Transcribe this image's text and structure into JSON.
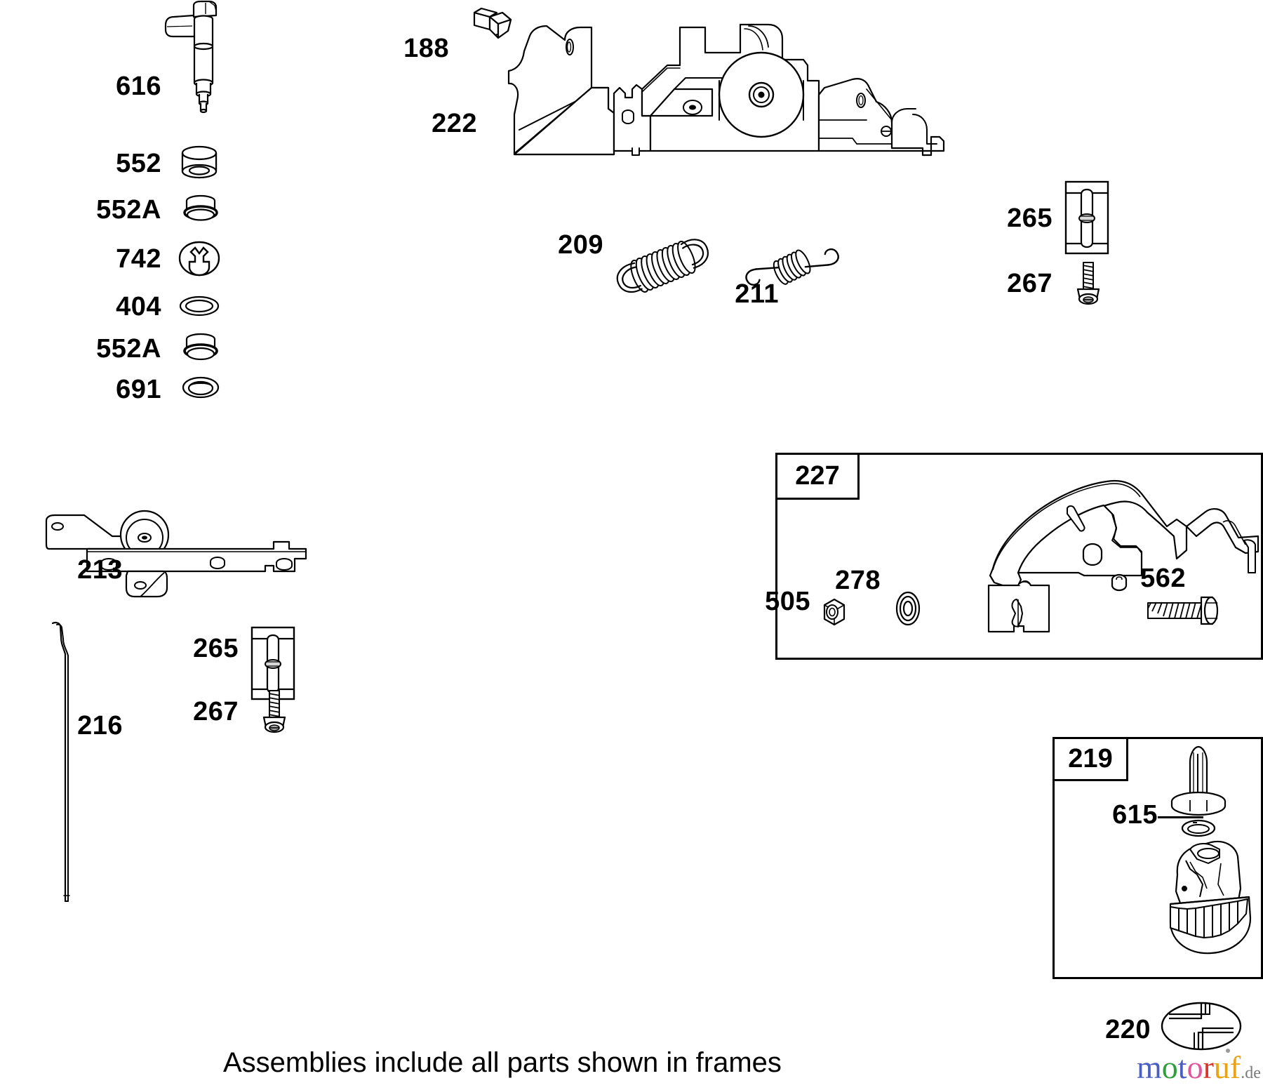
{
  "diagram": {
    "title": "Engine control bracket and governor linkage exploded parts diagram",
    "note": "Assemblies include all parts shown in frames",
    "background_color": "#ffffff",
    "line_color": "#000000"
  },
  "labels": {
    "p616": "616",
    "p552": "552",
    "p552a_top": "552A",
    "p742": "742",
    "p404": "404",
    "p552a_bottom": "552A",
    "p691": "691",
    "p188": "188",
    "p222": "222",
    "p209": "209",
    "p211": "211",
    "p265_right": "265",
    "p267_right": "267",
    "p213": "213",
    "p216": "216",
    "p265_left": "265",
    "p267_left": "267",
    "p505": "505",
    "p278": "278",
    "p562": "562",
    "p615": "615",
    "p220": "220"
  },
  "frames": [
    {
      "id": "frame-227",
      "tag": "227"
    },
    {
      "id": "frame-219",
      "tag": "219"
    }
  ],
  "parts": [
    {
      "ref": "616",
      "icon": "throttle-shaft-lever"
    },
    {
      "ref": "552",
      "icon": "bushing-sleeve"
    },
    {
      "ref": "552A",
      "icon": "flanged-bushing"
    },
    {
      "ref": "742",
      "icon": "e-clip-retainer"
    },
    {
      "ref": "404",
      "icon": "washer-ring"
    },
    {
      "ref": "552A",
      "icon": "flanged-bushing"
    },
    {
      "ref": "691",
      "icon": "seal-grommet"
    },
    {
      "ref": "188",
      "icon": "hex-flange-bolt"
    },
    {
      "ref": "222",
      "icon": "control-bracket-assembly"
    },
    {
      "ref": "209",
      "icon": "governor-spring-long"
    },
    {
      "ref": "211",
      "icon": "governor-spring-short"
    },
    {
      "ref": "265",
      "icon": "cable-clamp-clip"
    },
    {
      "ref": "267",
      "icon": "self-tapping-screw"
    },
    {
      "ref": "213",
      "icon": "governor-control-plate"
    },
    {
      "ref": "216",
      "icon": "governor-link-rod"
    },
    {
      "ref": "505",
      "icon": "hex-nut"
    },
    {
      "ref": "278",
      "icon": "flat-washer"
    },
    {
      "ref": "562",
      "icon": "shoulder-screw"
    },
    {
      "ref": "227",
      "icon": "brake-lever-assembly"
    },
    {
      "ref": "219",
      "icon": "governor-gear-assembly"
    },
    {
      "ref": "615",
      "icon": "retaining-ring"
    },
    {
      "ref": "220",
      "icon": "thrust-washer-oval"
    }
  ],
  "watermark": {
    "letters": [
      {
        "ch": "m",
        "color": "#4a5fc1"
      },
      {
        "ch": "o",
        "color": "#2f9e3f"
      },
      {
        "ch": "t",
        "color": "#4a5fc1"
      },
      {
        "ch": "o",
        "color": "#e0559c"
      },
      {
        "ch": "r",
        "color": "#d6342c"
      },
      {
        "ch": "u",
        "color": "#e8a317"
      },
      {
        "ch": "f",
        "color": "#e8a317"
      }
    ],
    "suffix": ".de"
  }
}
